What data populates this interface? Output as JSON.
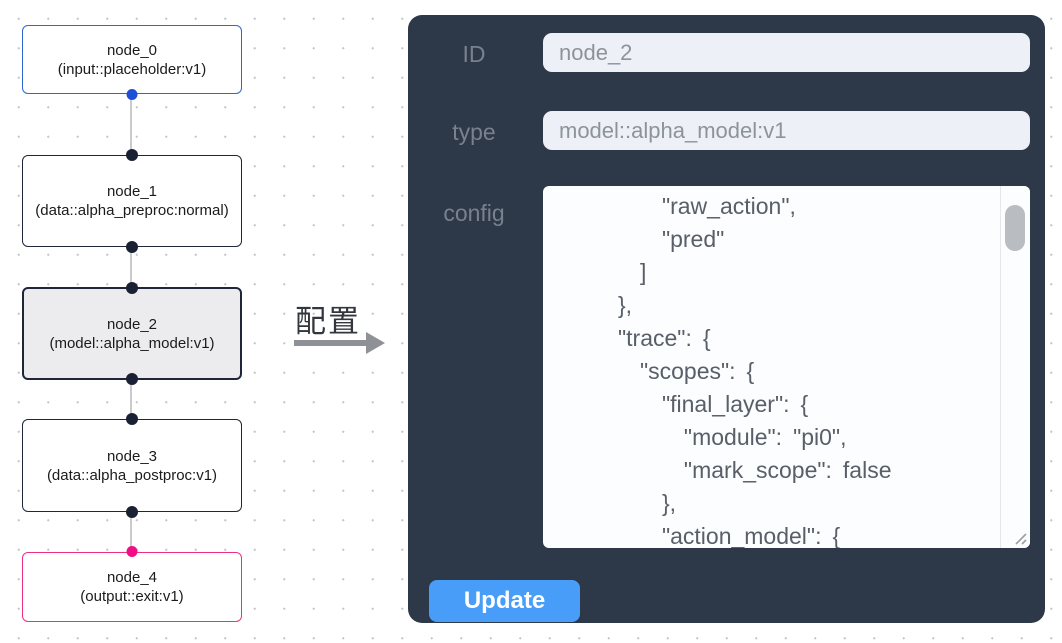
{
  "graph": {
    "selected_node_id": "node_2",
    "nodes": [
      {
        "id": "node_0",
        "type_label": "(input::placeholder:v1)",
        "role": "input"
      },
      {
        "id": "node_1",
        "type_label": "(data::alpha_preproc:normal)",
        "role": "default"
      },
      {
        "id": "node_2",
        "type_label": "(model::alpha_model:v1)",
        "role": "default",
        "selected": true
      },
      {
        "id": "node_3",
        "type_label": "(data::alpha_postproc:v1)",
        "role": "default"
      },
      {
        "id": "node_4",
        "type_label": "(output::exit:v1)",
        "role": "output"
      }
    ],
    "colors": {
      "input_border": "#2f66cc",
      "default_border": "#20263a",
      "output_border": "#ee2f86",
      "selected_bg": "#ececee",
      "handle_blue": "#1d4fd8",
      "handle_dark": "#1b2134",
      "handle_pink": "#f10d86",
      "edge": "#cbcbcd"
    }
  },
  "transfer": {
    "label": "配置",
    "arrow_icon": "right-arrow"
  },
  "panel": {
    "fields": [
      {
        "label": "ID",
        "value": "node_2"
      },
      {
        "label": "type",
        "value": "model::alpha_model:v1"
      },
      {
        "label": "config"
      }
    ],
    "config_text": "      \"raw_action\",\n      \"pred\"\n    ]\n  },\n  \"trace\": {\n    \"scopes\": {\n      \"final_layer\": {\n        \"module\": \"pi0\",\n        \"mark_scope\": false\n      },\n      \"action_model\": {",
    "update_label": "Update",
    "colors": {
      "panel_bg": "#2d3848",
      "button_bg": "#479df7",
      "input_bg": "#edf0f6"
    }
  }
}
